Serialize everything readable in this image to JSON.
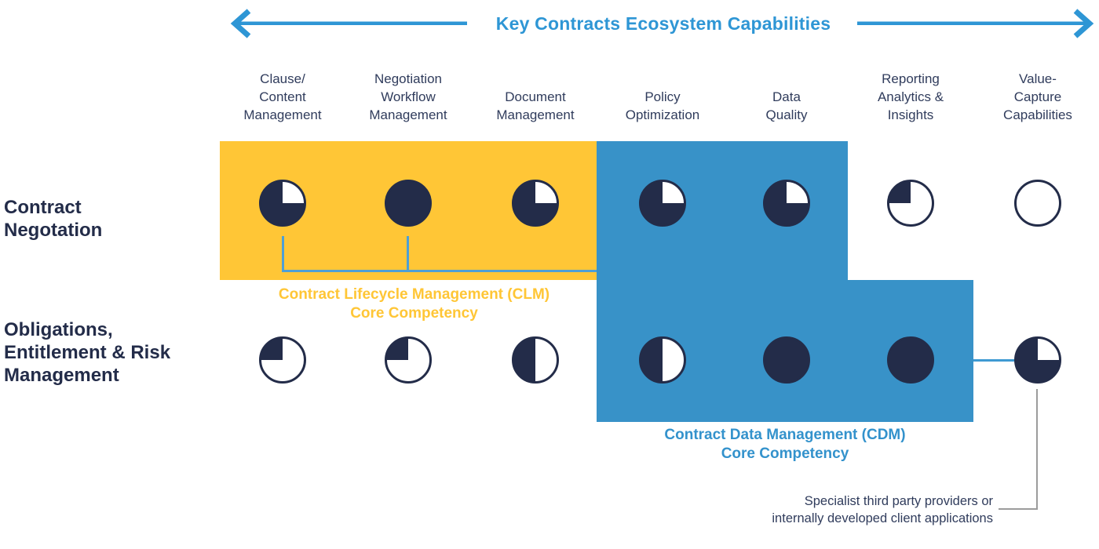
{
  "title": "Key Contracts Ecosystem Capabilities",
  "columns": [
    {
      "label": "Clause/\nContent\nManagement"
    },
    {
      "label": "Negotiation\nWorkflow\nManagement"
    },
    {
      "label": "Document\nManagement"
    },
    {
      "label": "Policy\nOptimization"
    },
    {
      "label": "Data\nQuality"
    },
    {
      "label": "Reporting\nAnalytics &\nInsights"
    },
    {
      "label": "Value-\nCapture\nCapabilities"
    }
  ],
  "rows": [
    {
      "label": "Contract\nNegotation"
    },
    {
      "label": "Obligations,\nEntitlement & Risk\nManagement"
    }
  ],
  "matrix": {
    "type": "harvey-ball-fill-percent",
    "row_values": [
      [
        75,
        100,
        75,
        75,
        75,
        25,
        0
      ],
      [
        25,
        25,
        50,
        50,
        100,
        100,
        75
      ]
    ]
  },
  "regions": {
    "clm": {
      "label": "Contract Lifecycle Management (CLM)\nCore Competency",
      "fill": "#FFC636"
    },
    "cdm": {
      "label": "Contract Data Management (CDM)\nCore Competency",
      "fill": "#3892C8"
    }
  },
  "annotation": {
    "text": "Specialist third party providers or\ninternally developed client applications"
  },
  "colors": {
    "navy": "#232C49",
    "header_text": "#303C5C",
    "accent_blue": "#2E96D5",
    "bracket_blue": "#4E9FD4",
    "region_blue": "#3892C8",
    "region_yellow": "#FFC636",
    "clm_text": "#FFC636",
    "cdm_text": "#3392CC",
    "connector_gray": "#9C9C9C",
    "ball_empty": "#FFFFFF"
  }
}
